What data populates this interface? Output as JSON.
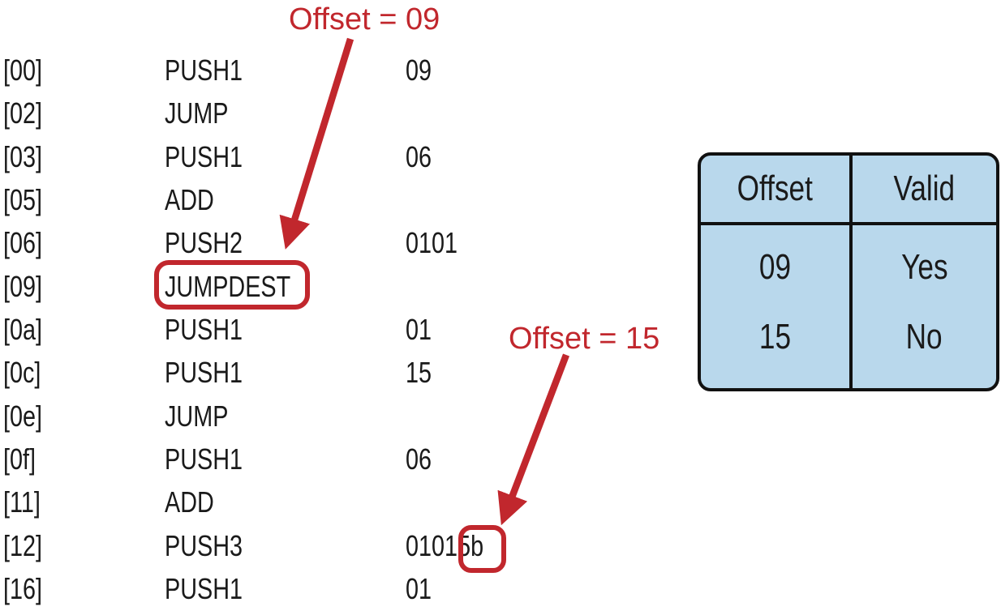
{
  "colors": {
    "accent_red": "#c1272d",
    "ink": "#1a1a1a",
    "table_fill": "#b9d8ec",
    "table_border": "#111111",
    "background": "#ffffff"
  },
  "listing": {
    "rows": [
      {
        "offset": "[00]",
        "opcode": "PUSH1",
        "operand": "09"
      },
      {
        "offset": "[02]",
        "opcode": "JUMP",
        "operand": ""
      },
      {
        "offset": "[03]",
        "opcode": "PUSH1",
        "operand": "06"
      },
      {
        "offset": "[05]",
        "opcode": "ADD",
        "operand": ""
      },
      {
        "offset": "[06]",
        "opcode": "PUSH2",
        "operand": "0101"
      },
      {
        "offset": "[09]",
        "opcode": "JUMPDEST",
        "operand": "",
        "jumpdest_highlighted": true
      },
      {
        "offset": "[0a]",
        "opcode": "PUSH1",
        "operand": "01"
      },
      {
        "offset": "[0c]",
        "opcode": "PUSH1",
        "operand": "15"
      },
      {
        "offset": "[0e]",
        "opcode": "JUMP",
        "operand": ""
      },
      {
        "offset": "[0f]",
        "opcode": "PUSH1",
        "operand": "06"
      },
      {
        "offset": "[11]",
        "opcode": "ADD",
        "operand": ""
      },
      {
        "offset": "[12]",
        "opcode": "PUSH3",
        "operand": "0101",
        "operand_circled": "5b"
      },
      {
        "offset": "[16]",
        "opcode": "PUSH1",
        "operand": "01"
      }
    ]
  },
  "annotations": {
    "offset09": {
      "label": "Offset = 09"
    },
    "offset15": {
      "label": "Offset = 15"
    }
  },
  "table": {
    "headers": [
      "Offset",
      "Valid"
    ],
    "rows": [
      [
        "09",
        "Yes"
      ],
      [
        "15",
        "No"
      ]
    ]
  }
}
